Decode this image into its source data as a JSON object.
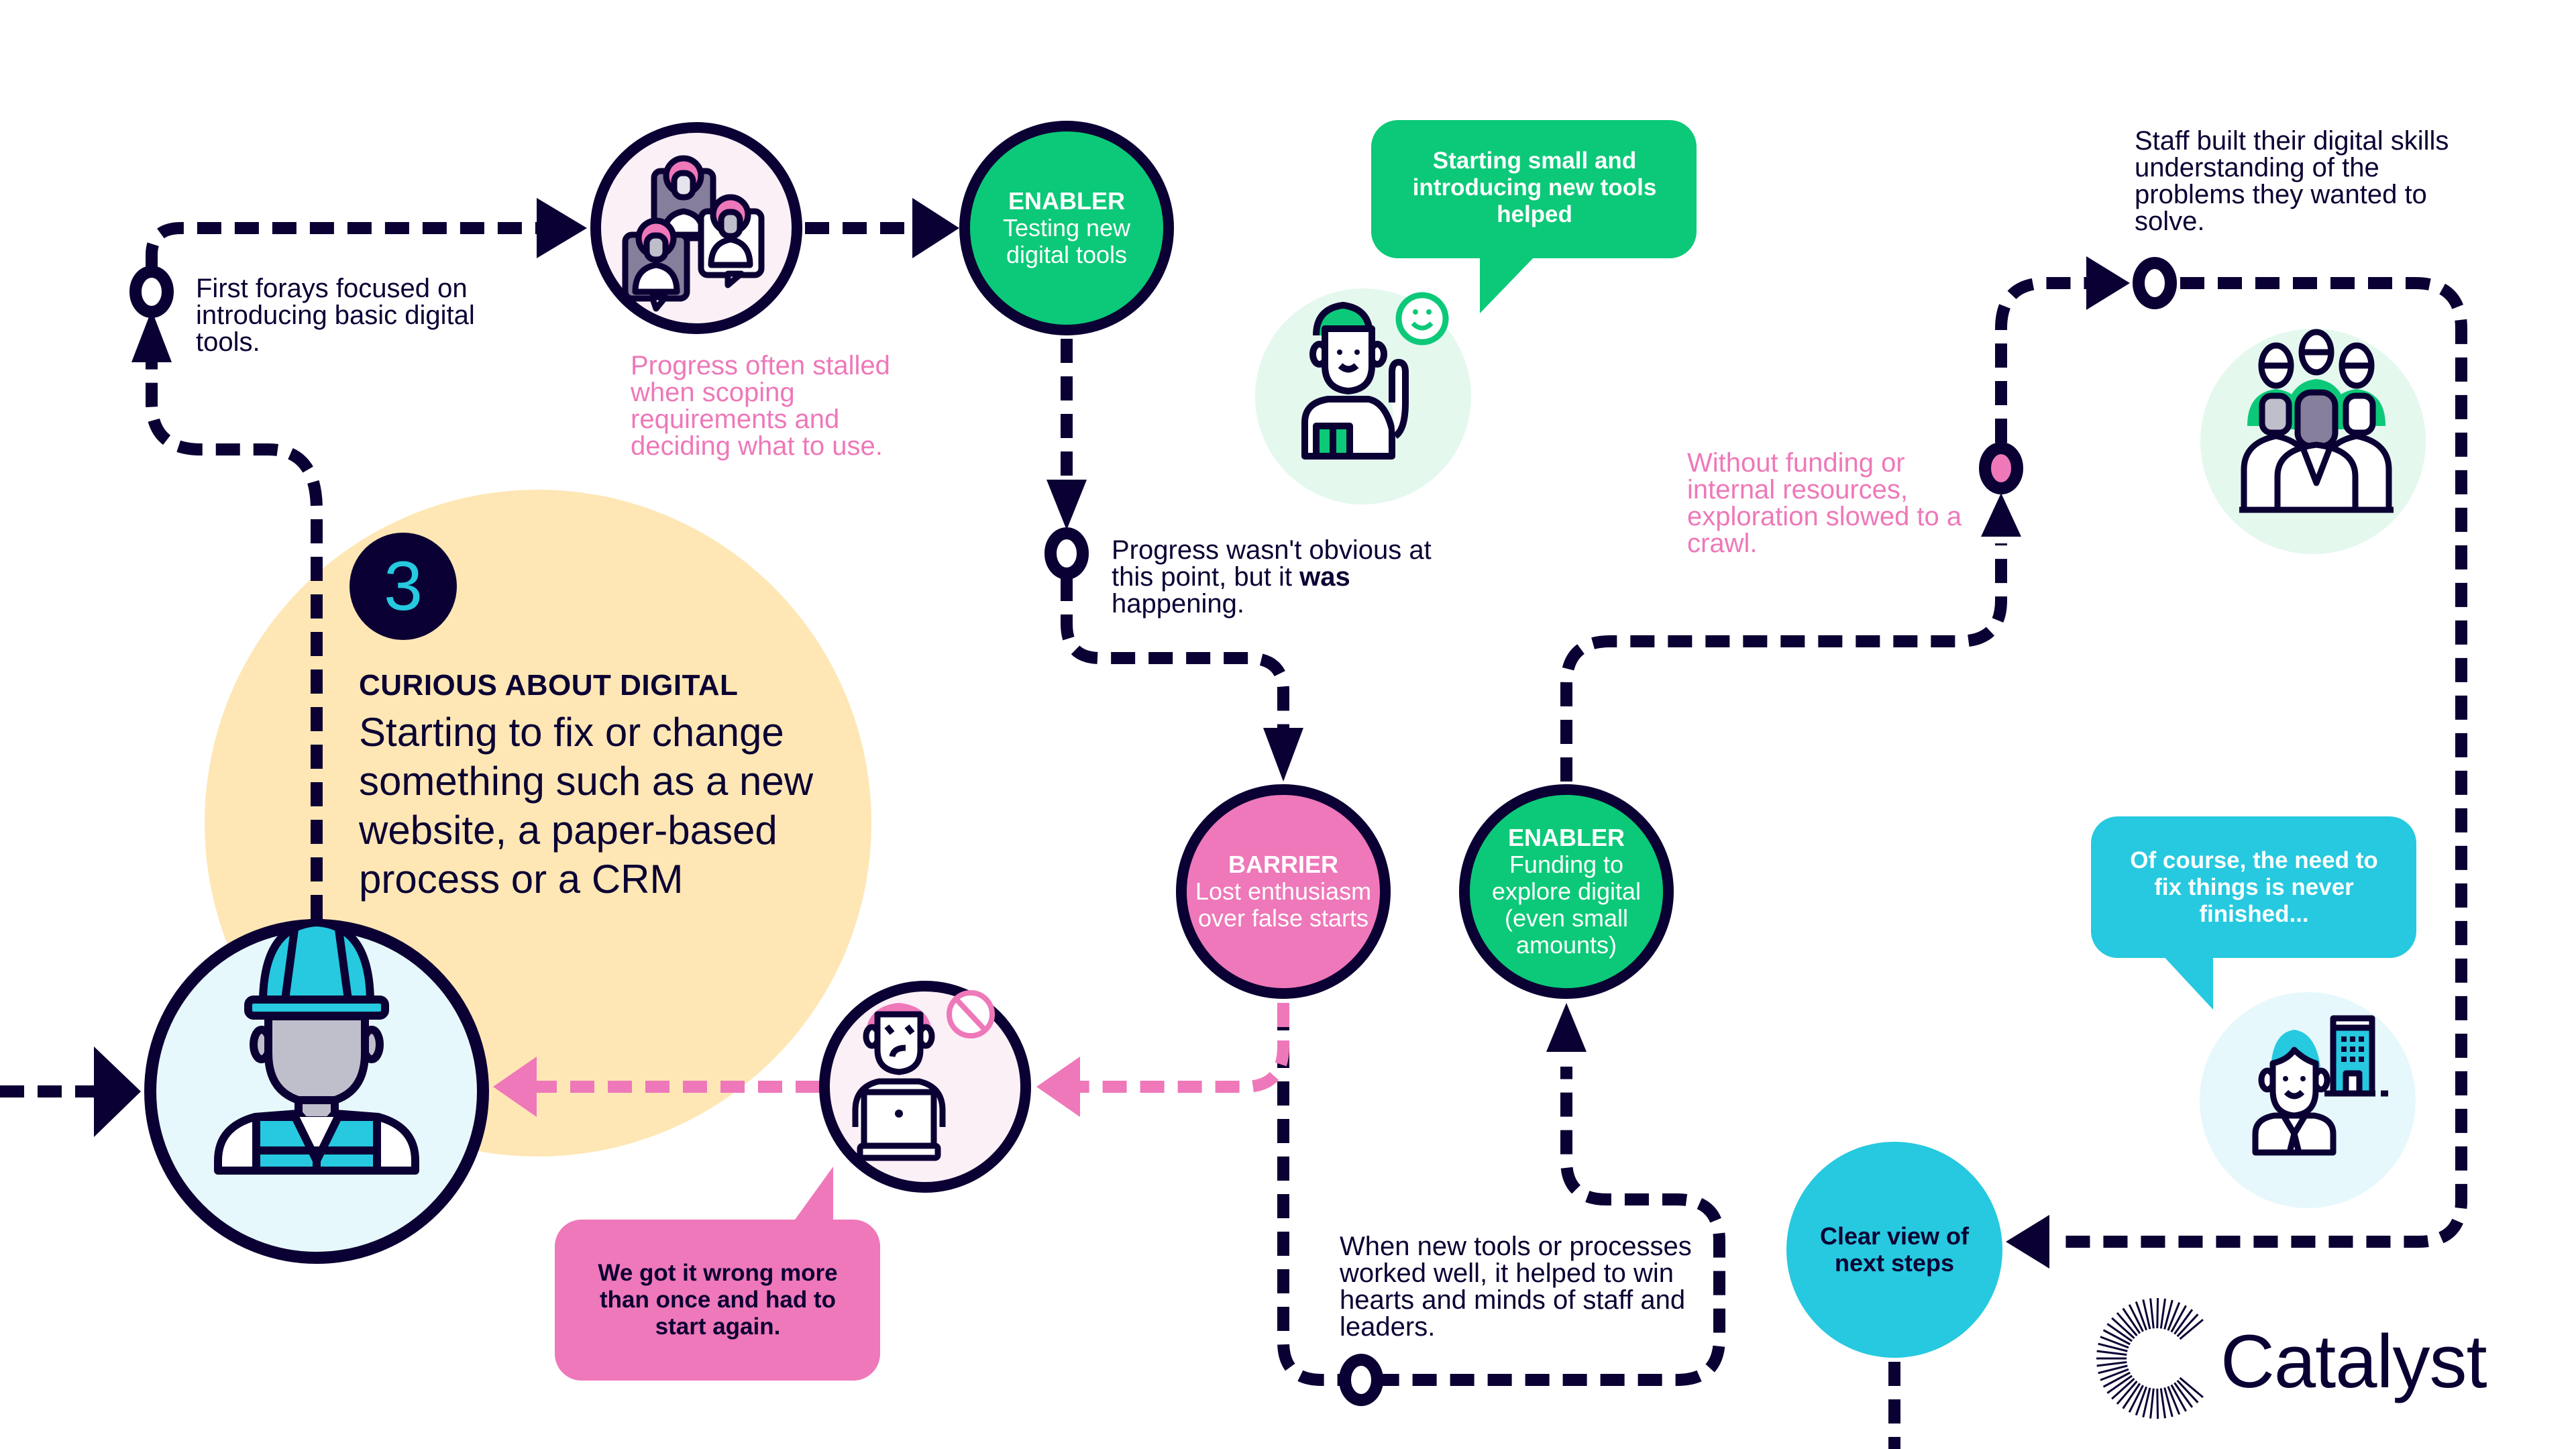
{
  "colors": {
    "navy": "#0b0033",
    "green": "#0bc978",
    "pink": "#ee78b9",
    "cyan": "#26c9df",
    "yellow": "#fee7b5",
    "light_green": "#e4f8ee",
    "light_pink": "#fcf0f7",
    "light_cyan": "#e6f8fb"
  },
  "stage": {
    "number": "3",
    "title": "CURIOUS ABOUT DIGITAL",
    "description": "Starting to fix or change something such as a new website, a paper-based process or a CRM"
  },
  "notes": {
    "first_forays": "First forays focused on introducing basic digital tools.",
    "progress_stalled": "Progress often stalled when scoping requirements and deciding what to use.",
    "progress_not_obvious_prefix": "Progress wasn't obvious at this point, but it ",
    "progress_not_obvious_bold": "was",
    "progress_not_obvious_suffix": " happening.",
    "without_funding": "Without funding or internal resources, exploration slowed to a crawl.",
    "staff_built": "Staff built their digital skills understanding of the problems they wanted to solve.",
    "new_tools_worked": "When new tools or processes worked well, it helped to win hearts and minds of staff and leaders."
  },
  "nodes": {
    "enabler_testing": {
      "kind": "ENABLER",
      "text": "Testing new digital tools"
    },
    "barrier_enthusiasm": {
      "kind": "BARRIER",
      "text": "Lost enthusiasm over false starts"
    },
    "enabler_funding": {
      "kind": "ENABLER",
      "text": "Funding to explore digital (even small amounts)"
    },
    "clear_view": {
      "text": "Clear view of next steps"
    }
  },
  "bubbles": {
    "starting_small": "Starting small and introducing new tools helped",
    "got_it_wrong": "We got it wrong more than once and had to start again.",
    "never_finished": "Of course, the need to fix things is never finished..."
  },
  "icons": {
    "worker": "construction-worker-icon",
    "group_chat": "group-discussion-icon",
    "thumbs_up_person": "thumbs-up-person-icon",
    "frustrated_person": "frustrated-laptop-person-icon",
    "team": "team-group-icon",
    "businessman": "businessman-building-icon"
  },
  "logo": {
    "name": "Catalyst"
  }
}
